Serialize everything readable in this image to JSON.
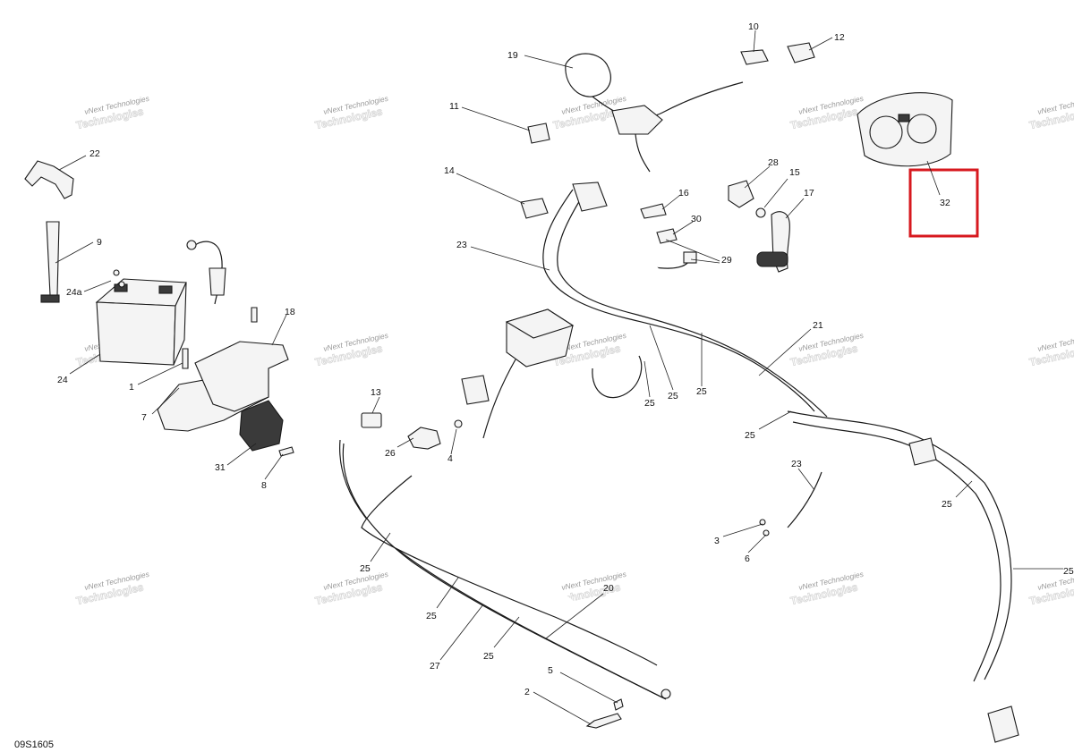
{
  "diagram_code": "09S1605",
  "watermark": {
    "line1": "vNext Technologies",
    "line2": "Technologies"
  },
  "callouts": {
    "c1": "1",
    "c2": "2",
    "c3": "3",
    "c4": "4",
    "c5": "5",
    "c6": "6",
    "c7": "7",
    "c8": "8",
    "c9": "9",
    "c10": "10",
    "c11": "11",
    "c12": "12",
    "c13": "13",
    "c14": "14",
    "c15": "15",
    "c16": "16",
    "c17": "17",
    "c18": "18",
    "c19": "19",
    "c20": "20",
    "c21": "21",
    "c22": "22",
    "c23a": "23",
    "c23b": "23",
    "c24": "24",
    "c24a": "24a",
    "c25a": "25",
    "c25b": "25",
    "c25c": "25",
    "c25d": "25",
    "c25e": "25",
    "c25f": "25",
    "c25g": "25",
    "c25h": "25",
    "c25i": "25",
    "c26": "26",
    "c27": "27",
    "c28": "28",
    "c29": "29",
    "c30": "30",
    "c31": "31",
    "c32": "32"
  },
  "highlighted_part": "32",
  "colors": {
    "highlight": "#d7191f",
    "line": "#1a1a1a",
    "watermark": "#cfcfcf"
  }
}
